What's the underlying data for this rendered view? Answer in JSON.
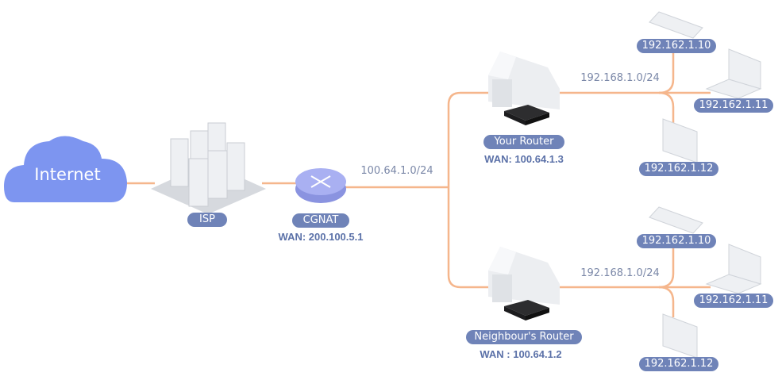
{
  "colors": {
    "link": "#f5b68c",
    "pill": "#6f83b8",
    "wan_text": "#5b71a8",
    "cloud": "#7d95f0"
  },
  "internet": {
    "label": "Internet"
  },
  "isp": {
    "label": "ISP"
  },
  "cgnat": {
    "label": "CGNAT",
    "wan": "WAN: 200.100.5.1"
  },
  "carrier_subnet": "100.64.1.0/24",
  "your_router": {
    "label": "Your Router",
    "wan": "WAN: 100.64.1.3",
    "lan_subnet": "192.168.1.0/24",
    "devices": [
      {
        "type": "phone",
        "ip": "192.162.1.10"
      },
      {
        "type": "laptop",
        "ip": "192.162.1.11"
      },
      {
        "type": "monitor",
        "ip": "192.162.1.12"
      }
    ]
  },
  "neighbour_router": {
    "label": "Neighbour's Router",
    "wan": "WAN : 100.64.1.2",
    "lan_subnet": "192.168.1.0/24",
    "devices": [
      {
        "type": "phone",
        "ip": "192.162.1.10"
      },
      {
        "type": "laptop",
        "ip": "192.162.1.11"
      },
      {
        "type": "monitor",
        "ip": "192.162.1.12"
      }
    ]
  }
}
